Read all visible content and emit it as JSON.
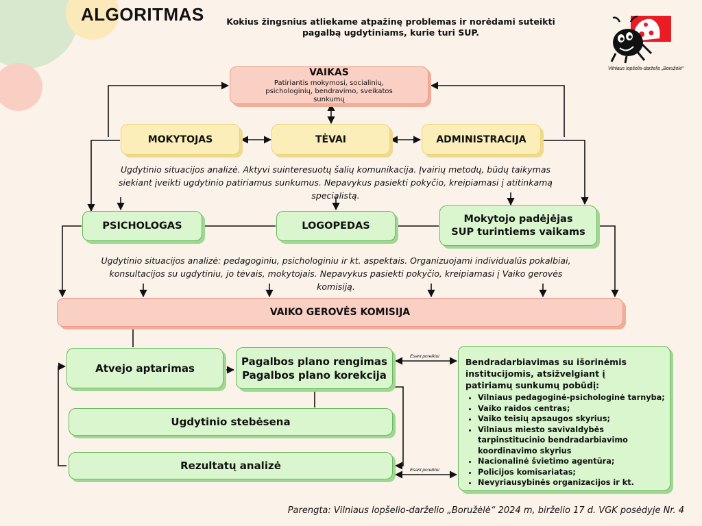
{
  "header": {
    "title": "ALGORITMAS",
    "subtitle": "Kokius žingsnius atliekame atpažinę problemas ir norėdami suteikti pagalbą ugdytiniams, kurie turi SUP.",
    "logo_caption": "Vilniaus lopšelis-darželis „Boružėlė“"
  },
  "nodes": {
    "vaikas": {
      "title": "VAIKAS",
      "subtitle": "Patiriantis mokymosi, socialinių, psichologinių, bendravimo, sveikatos sunkumų"
    },
    "mokytojas": "MOKYTOJAS",
    "tevai": "TĖVAI",
    "administracija": "ADMINISTRACIJA",
    "psichologas": "PSICHOLOGAS",
    "logopedas": "LOGOPEDAS",
    "padejejas": "Mokytojo padėjėjas SUP turintiems vaikams",
    "komisija": "VAIKO GEROVĖS KOMISIJA",
    "aptarimas": "Atvejo aptarimas",
    "plano_rengimas": "Pagalbos plano rengimas",
    "plano_korekcija": "Pagalbos plano korekcija",
    "stebesena": "Ugdytinio stebėsena",
    "analize": "Rezultatų analizė"
  },
  "paragraphs": {
    "first": "Ugdytinio situacijos analizė. Aktyvi suinteresuotų šalių komunikacija. Įvairių metodų, būdų taikymas siekiant įveikti ugdytinio patiriamus sunkumus. Nepavykus pasiekti pokyčio, kreipiamasi į atitinkamą specialistą.",
    "second": "Ugdytinio situacijos analizė: pedagoginiu, psichologiniu ir kt. aspektais. Organizuojami individualūs pokalbiai, konsultacijos su ugdytiniu, jo tėvais, mokytojais. Nepavykus pasiekti pokyčio, kreipiamasi į Vaiko gerovės komisiją."
  },
  "notes": {
    "top": "Esant poreikiui",
    "bottom": "Esant poreikiui"
  },
  "cooperation": {
    "lead": "Bendradarbiavimas su išorinėmis institucijomis, atsižvelgiant į patiriamų sunkumų pobūdį:",
    "items": [
      "Vilniaus pedagoginė-psichologinė tarnyba;",
      "Vaiko raidos centras;",
      "Vaiko teisių apsaugos skyrius;",
      "Vilniaus miesto savivaldybės tarpinstitucinio bendradarbiavimo koordinavimo skyrius",
      "Nacionalinė švietimo agentūra;",
      "Policijos komisariatas;",
      "Nevyriausybinės organizacijos ir kt."
    ]
  },
  "footer": "Parengta: Vilniaus lopšelio-darželio „Boružėlė“ 2024 m, birželio 17 d. VGK posėdyje Nr. 4",
  "colors": {
    "pink": "#fbd0c4",
    "yellow": "#fbeeb8",
    "green": "#d9f6cf",
    "logo_red": "#ec1c24"
  }
}
